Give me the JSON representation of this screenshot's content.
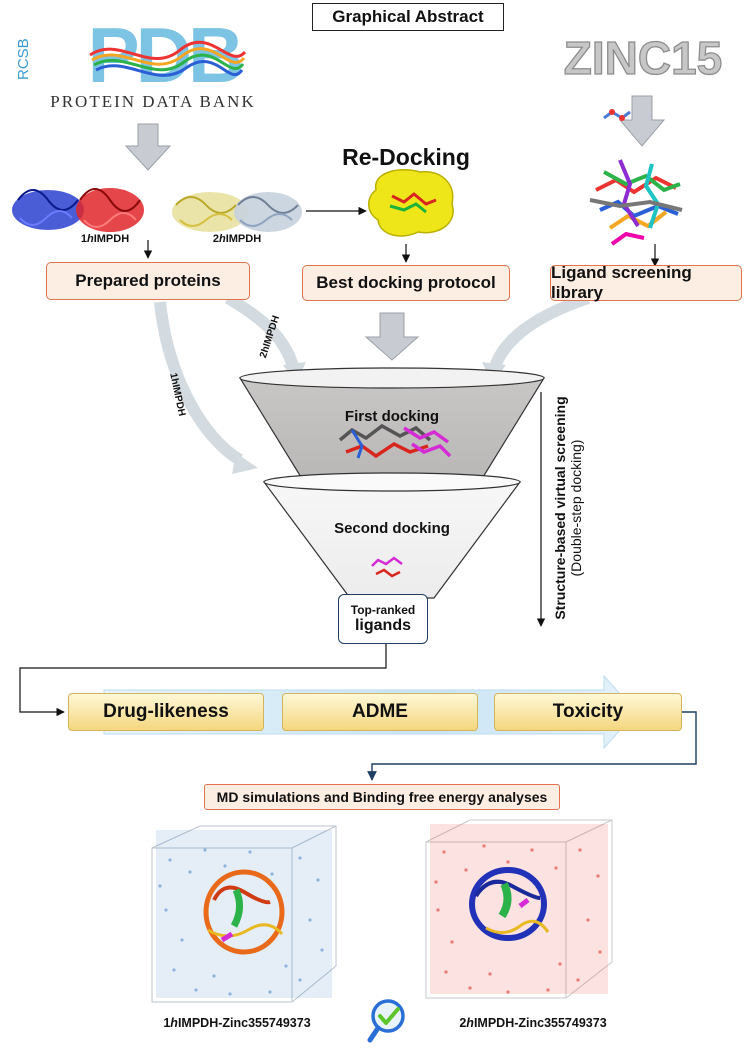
{
  "title": "Graphical Abstract",
  "sources": {
    "pdb_logo_letters": "PDB",
    "pdb_logo_rcsb": "RCSB",
    "pdb_logo_subtitle": "PROTEIN DATA BANK",
    "zinc_logo": "ZINC15",
    "redocking_title": "Re-Docking"
  },
  "proteins": {
    "protein1_prefix": "1",
    "protein1_italic": "h",
    "protein1_suffix": "IMPDH",
    "protein2_prefix": "2",
    "protein2_italic": "h",
    "protein2_suffix": "IMPDH"
  },
  "boxes": {
    "prepared_proteins": "Prepared proteins",
    "best_docking_protocol": "Best docking protocol",
    "ligand_screening_library": "Ligand screening library"
  },
  "arrow_labels": {
    "arrow_2h": "2hIMPDH",
    "arrow_1h": "1hIMPDH"
  },
  "funnel": {
    "first_docking": "First docking",
    "second_docking": "Second docking",
    "top_ranked_line1": "Top-ranked",
    "top_ranked_line2": "ligands"
  },
  "side_label": {
    "line1": "Structure-based virtual screening",
    "line2": "(Double-step docking)"
  },
  "filters": [
    "Drug-likeness",
    "ADME",
    "Toxicity"
  ],
  "md_box": "MD simulations and Binding free energy analyses",
  "captions": {
    "left_prefix": "1",
    "left_italic": "h",
    "left_suffix": "IMPDH-Zinc355749373",
    "right_prefix": "2",
    "right_italic": "h",
    "right_suffix": "IMPDH-Zinc355749373"
  },
  "colors": {
    "box_border": "#e2724e",
    "box_fill": "#fdeee4",
    "gray_arrow": "#c8ccd2",
    "pdb_blue": "#7cc3e4",
    "water_blue": "#4a86c8",
    "water_red": "#e8322a",
    "filter_gold": "#f4d77e",
    "banner_blue": "#bcdcf0"
  },
  "icons": [
    "search-check-icon"
  ]
}
